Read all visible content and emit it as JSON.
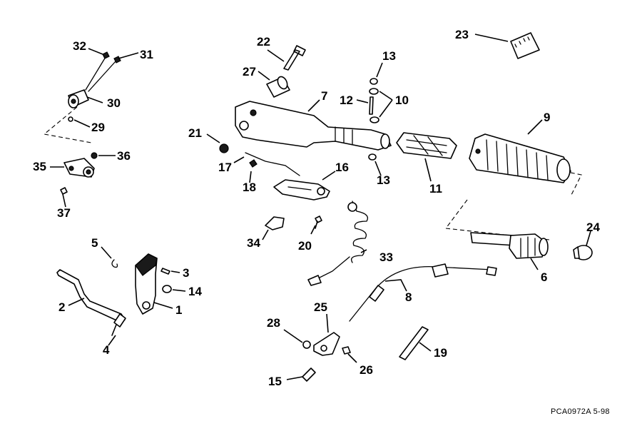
{
  "diagram": {
    "code_label": "PCA0972A   5-98",
    "callouts": {
      "c1": "1",
      "c2": "2",
      "c3": "3",
      "c4": "4",
      "c5": "5",
      "c6": "6",
      "c7": "7",
      "c8": "8",
      "c9": "9",
      "c10": "10",
      "c11": "11",
      "c12": "12",
      "c13a": "13",
      "c13b": "13",
      "c14": "14",
      "c15": "15",
      "c16": "16",
      "c17": "17",
      "c18": "18",
      "c19": "19",
      "c20": "20",
      "c21": "21",
      "c22": "22",
      "c23": "23",
      "c24": "24",
      "c25": "25",
      "c26": "26",
      "c27": "27",
      "c28": "28",
      "c29": "29",
      "c30": "30",
      "c31": "31",
      "c32": "32",
      "c33": "33",
      "c34": "34",
      "c35": "35",
      "c36": "36",
      "c37": "37"
    }
  }
}
